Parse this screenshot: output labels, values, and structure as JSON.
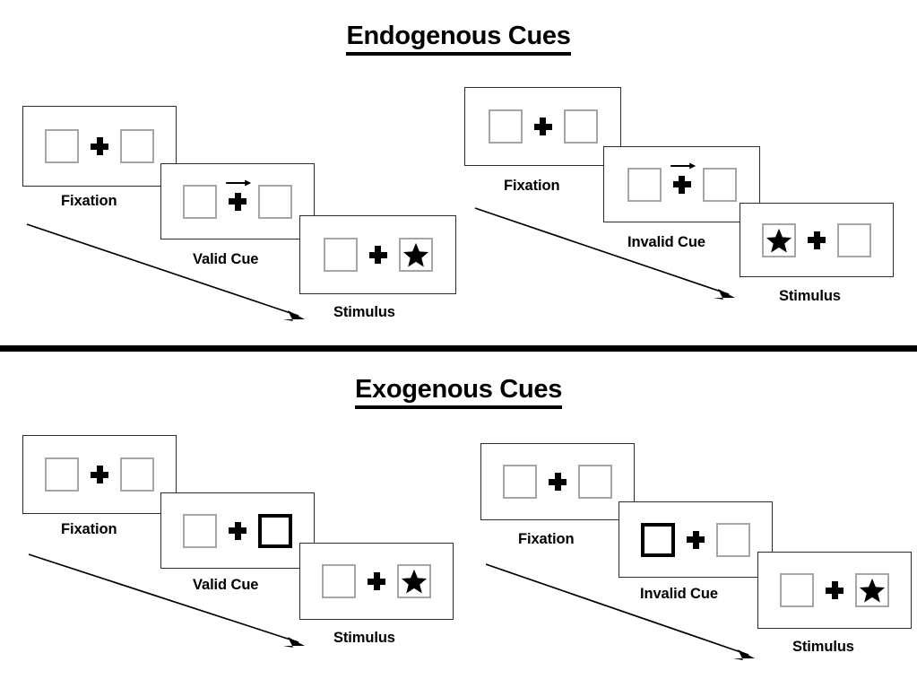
{
  "figure": {
    "title_endogenous": "Endogenous Cues",
    "title_exogenous": "Exogenous Cues",
    "colors": {
      "stroke": "#2b2b2b",
      "box_outline": "#a6a6a6",
      "cued_box_outline": "#000000",
      "stimulus": "#000000",
      "background": "#ffffff"
    }
  },
  "sections": [
    {
      "id": "endogenous",
      "title": "Endogenous Cues",
      "sequences": [
        {
          "id": "endogenous-valid",
          "cue_type": "valid",
          "flow_label": "time",
          "panels": [
            {
              "caption": "Fixation",
              "left_box": "empty",
              "right_box": "empty",
              "center": "plus",
              "cue": "none"
            },
            {
              "caption": "Valid Cue",
              "left_box": "empty",
              "right_box": "empty",
              "center": "plus",
              "cue": "arrow-right"
            },
            {
              "caption": "Stimulus",
              "left_box": "empty",
              "right_box": "star",
              "center": "plus",
              "cue": "none"
            }
          ]
        },
        {
          "id": "endogenous-invalid",
          "cue_type": "invalid",
          "flow_label": "time",
          "panels": [
            {
              "caption": "Fixation",
              "left_box": "empty",
              "right_box": "empty",
              "center": "plus",
              "cue": "none"
            },
            {
              "caption": "Invalid Cue",
              "left_box": "empty",
              "right_box": "empty",
              "center": "plus",
              "cue": "arrow-right"
            },
            {
              "caption": "Stimulus",
              "left_box": "star",
              "right_box": "empty",
              "center": "plus",
              "cue": "none"
            }
          ]
        }
      ]
    },
    {
      "id": "exogenous",
      "title": "Exogenous Cues",
      "sequences": [
        {
          "id": "exogenous-valid",
          "cue_type": "valid",
          "flow_label": "time",
          "panels": [
            {
              "caption": "Fixation",
              "left_box": "empty",
              "right_box": "empty",
              "center": "plus",
              "cue": "none"
            },
            {
              "caption": "Valid Cue",
              "left_box": "empty",
              "right_box": "cued",
              "center": "plus",
              "cue": "box-highlight-right"
            },
            {
              "caption": "Stimulus",
              "left_box": "empty",
              "right_box": "star",
              "center": "plus",
              "cue": "none"
            }
          ]
        },
        {
          "id": "exogenous-invalid",
          "cue_type": "invalid",
          "flow_label": "time",
          "panels": [
            {
              "caption": "Fixation",
              "left_box": "empty",
              "right_box": "empty",
              "center": "plus",
              "cue": "none"
            },
            {
              "caption": "Invalid Cue",
              "left_box": "cued",
              "right_box": "empty",
              "center": "plus",
              "cue": "box-highlight-left"
            },
            {
              "caption": "Stimulus",
              "left_box": "empty",
              "right_box": "star",
              "center": "plus",
              "cue": "none"
            }
          ]
        }
      ]
    }
  ],
  "captions": {
    "fixation": "Fixation",
    "valid_cue": "Valid Cue",
    "invalid_cue": "Invalid Cue",
    "stimulus": "Stimulus"
  }
}
